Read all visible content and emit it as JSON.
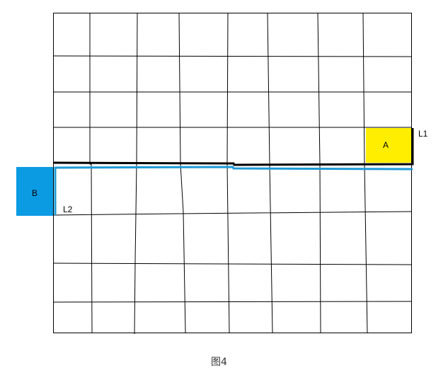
{
  "grid": {
    "line_color": "#000000"
  },
  "block_a": {
    "label": "A",
    "color": "#ffee00"
  },
  "block_b": {
    "label": "B",
    "color": "#0b9be3"
  },
  "line_l1": {
    "label": "L1",
    "color": "#000000"
  },
  "line_l2": {
    "label": "L2",
    "color": "#1e9ad6"
  },
  "caption": "图4"
}
